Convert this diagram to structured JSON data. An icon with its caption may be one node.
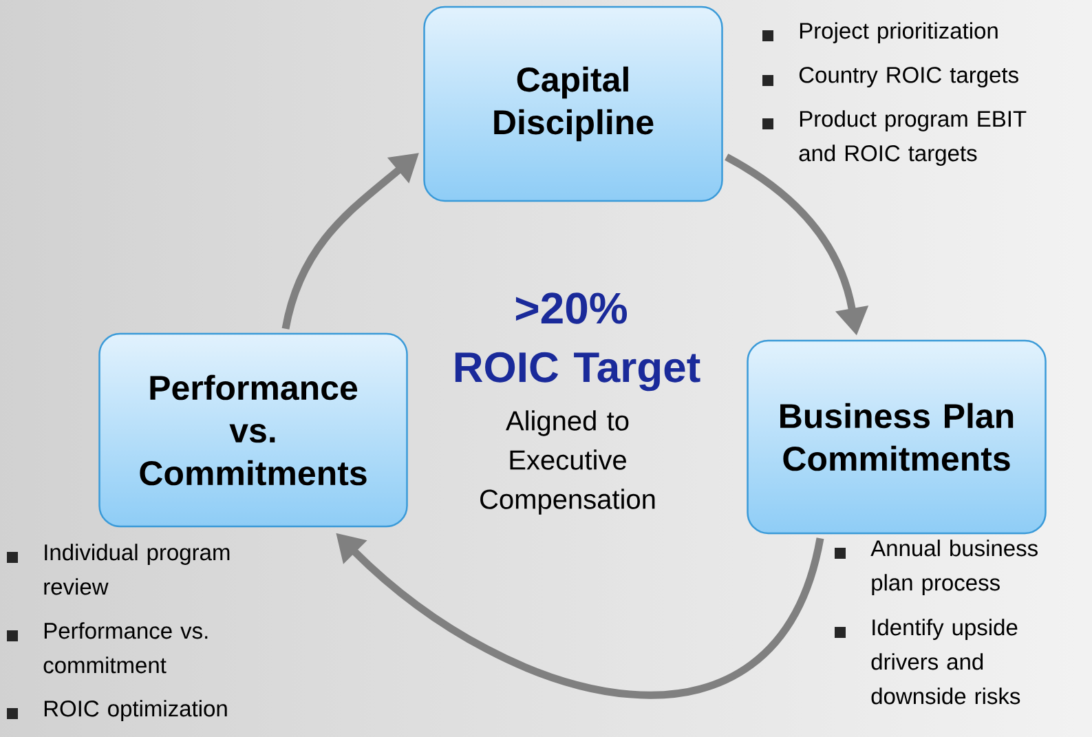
{
  "diagram": {
    "nodes": [
      {
        "text": [
          "Capital Discipline"
        ],
        "beside": [
          "Project prioritization",
          "Country ROIC targets",
          "Product program EBIT and ROIC targets"
        ]
      },
      {
        "text": [
          "Business Plan Commitments"
        ],
        "beside": [
          "Annual business plan process",
          "Identify upside drivers and downside risks"
        ]
      },
      {
        "text": [
          "Performance vs. Commitments"
        ],
        "beside": [
          "Individual program review",
          "Performance vs. commitment",
          "ROIC optimization"
        ]
      }
    ],
    "edges": [
      {
        "from": 0,
        "to": 1,
        "arrow": "to"
      },
      {
        "from": 1,
        "to": 2,
        "arrow": "to"
      },
      {
        "from": 2,
        "to": 0,
        "arrow": "to"
      }
    ],
    "labels": [
      ">20%",
      "ROIC Target",
      "Aligned to Executive Compensation"
    ]
  }
}
